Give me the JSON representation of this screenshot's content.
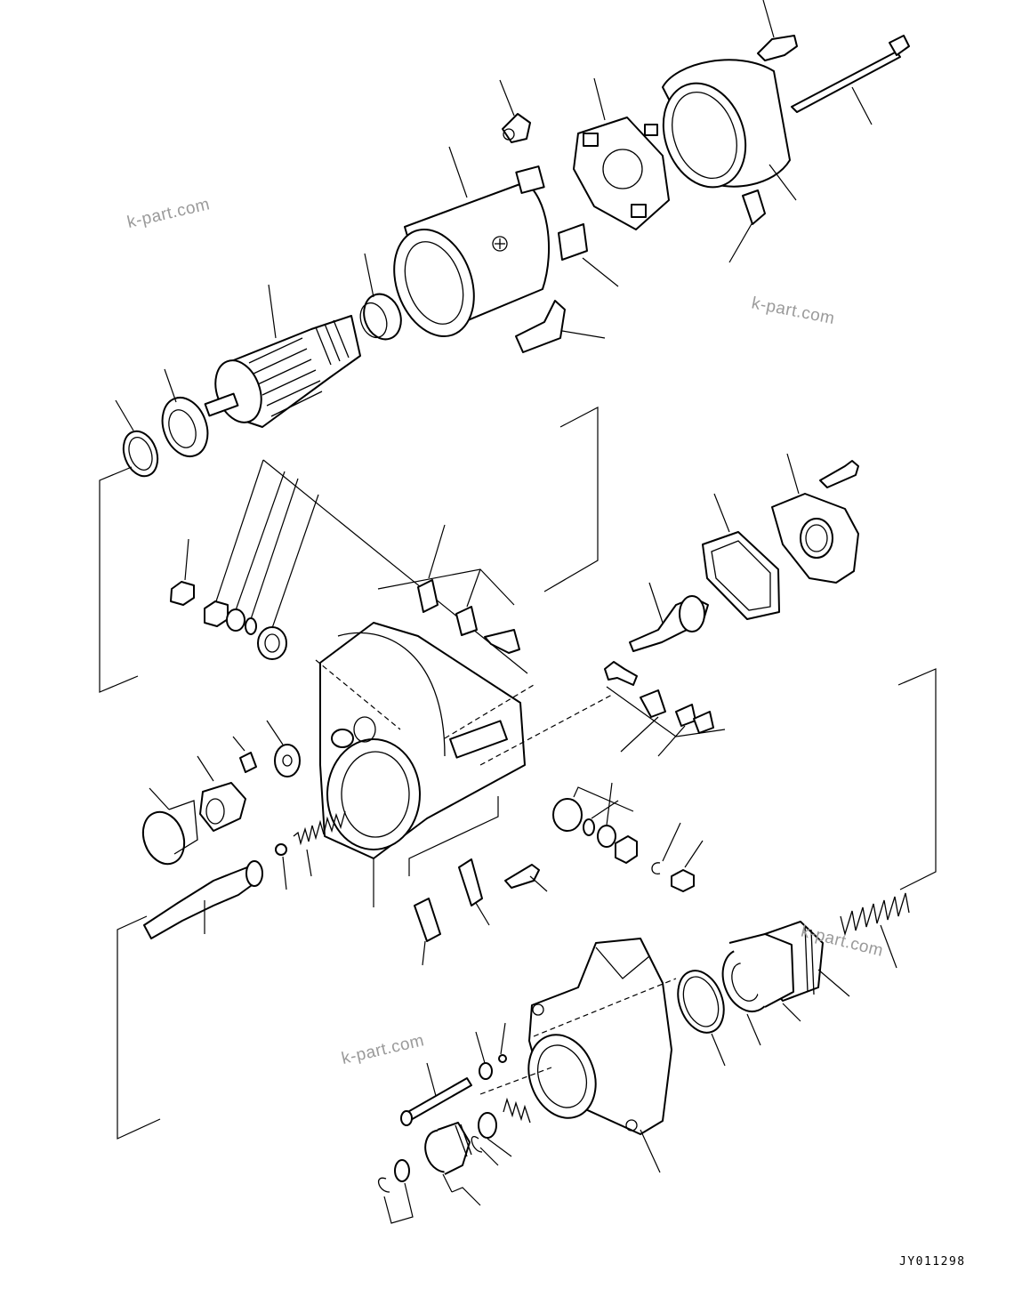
{
  "watermarks": [
    "k-part.com",
    "k-part.com",
    "k-part.com",
    "k-part.com"
  ],
  "drawing_code": "JY011298"
}
